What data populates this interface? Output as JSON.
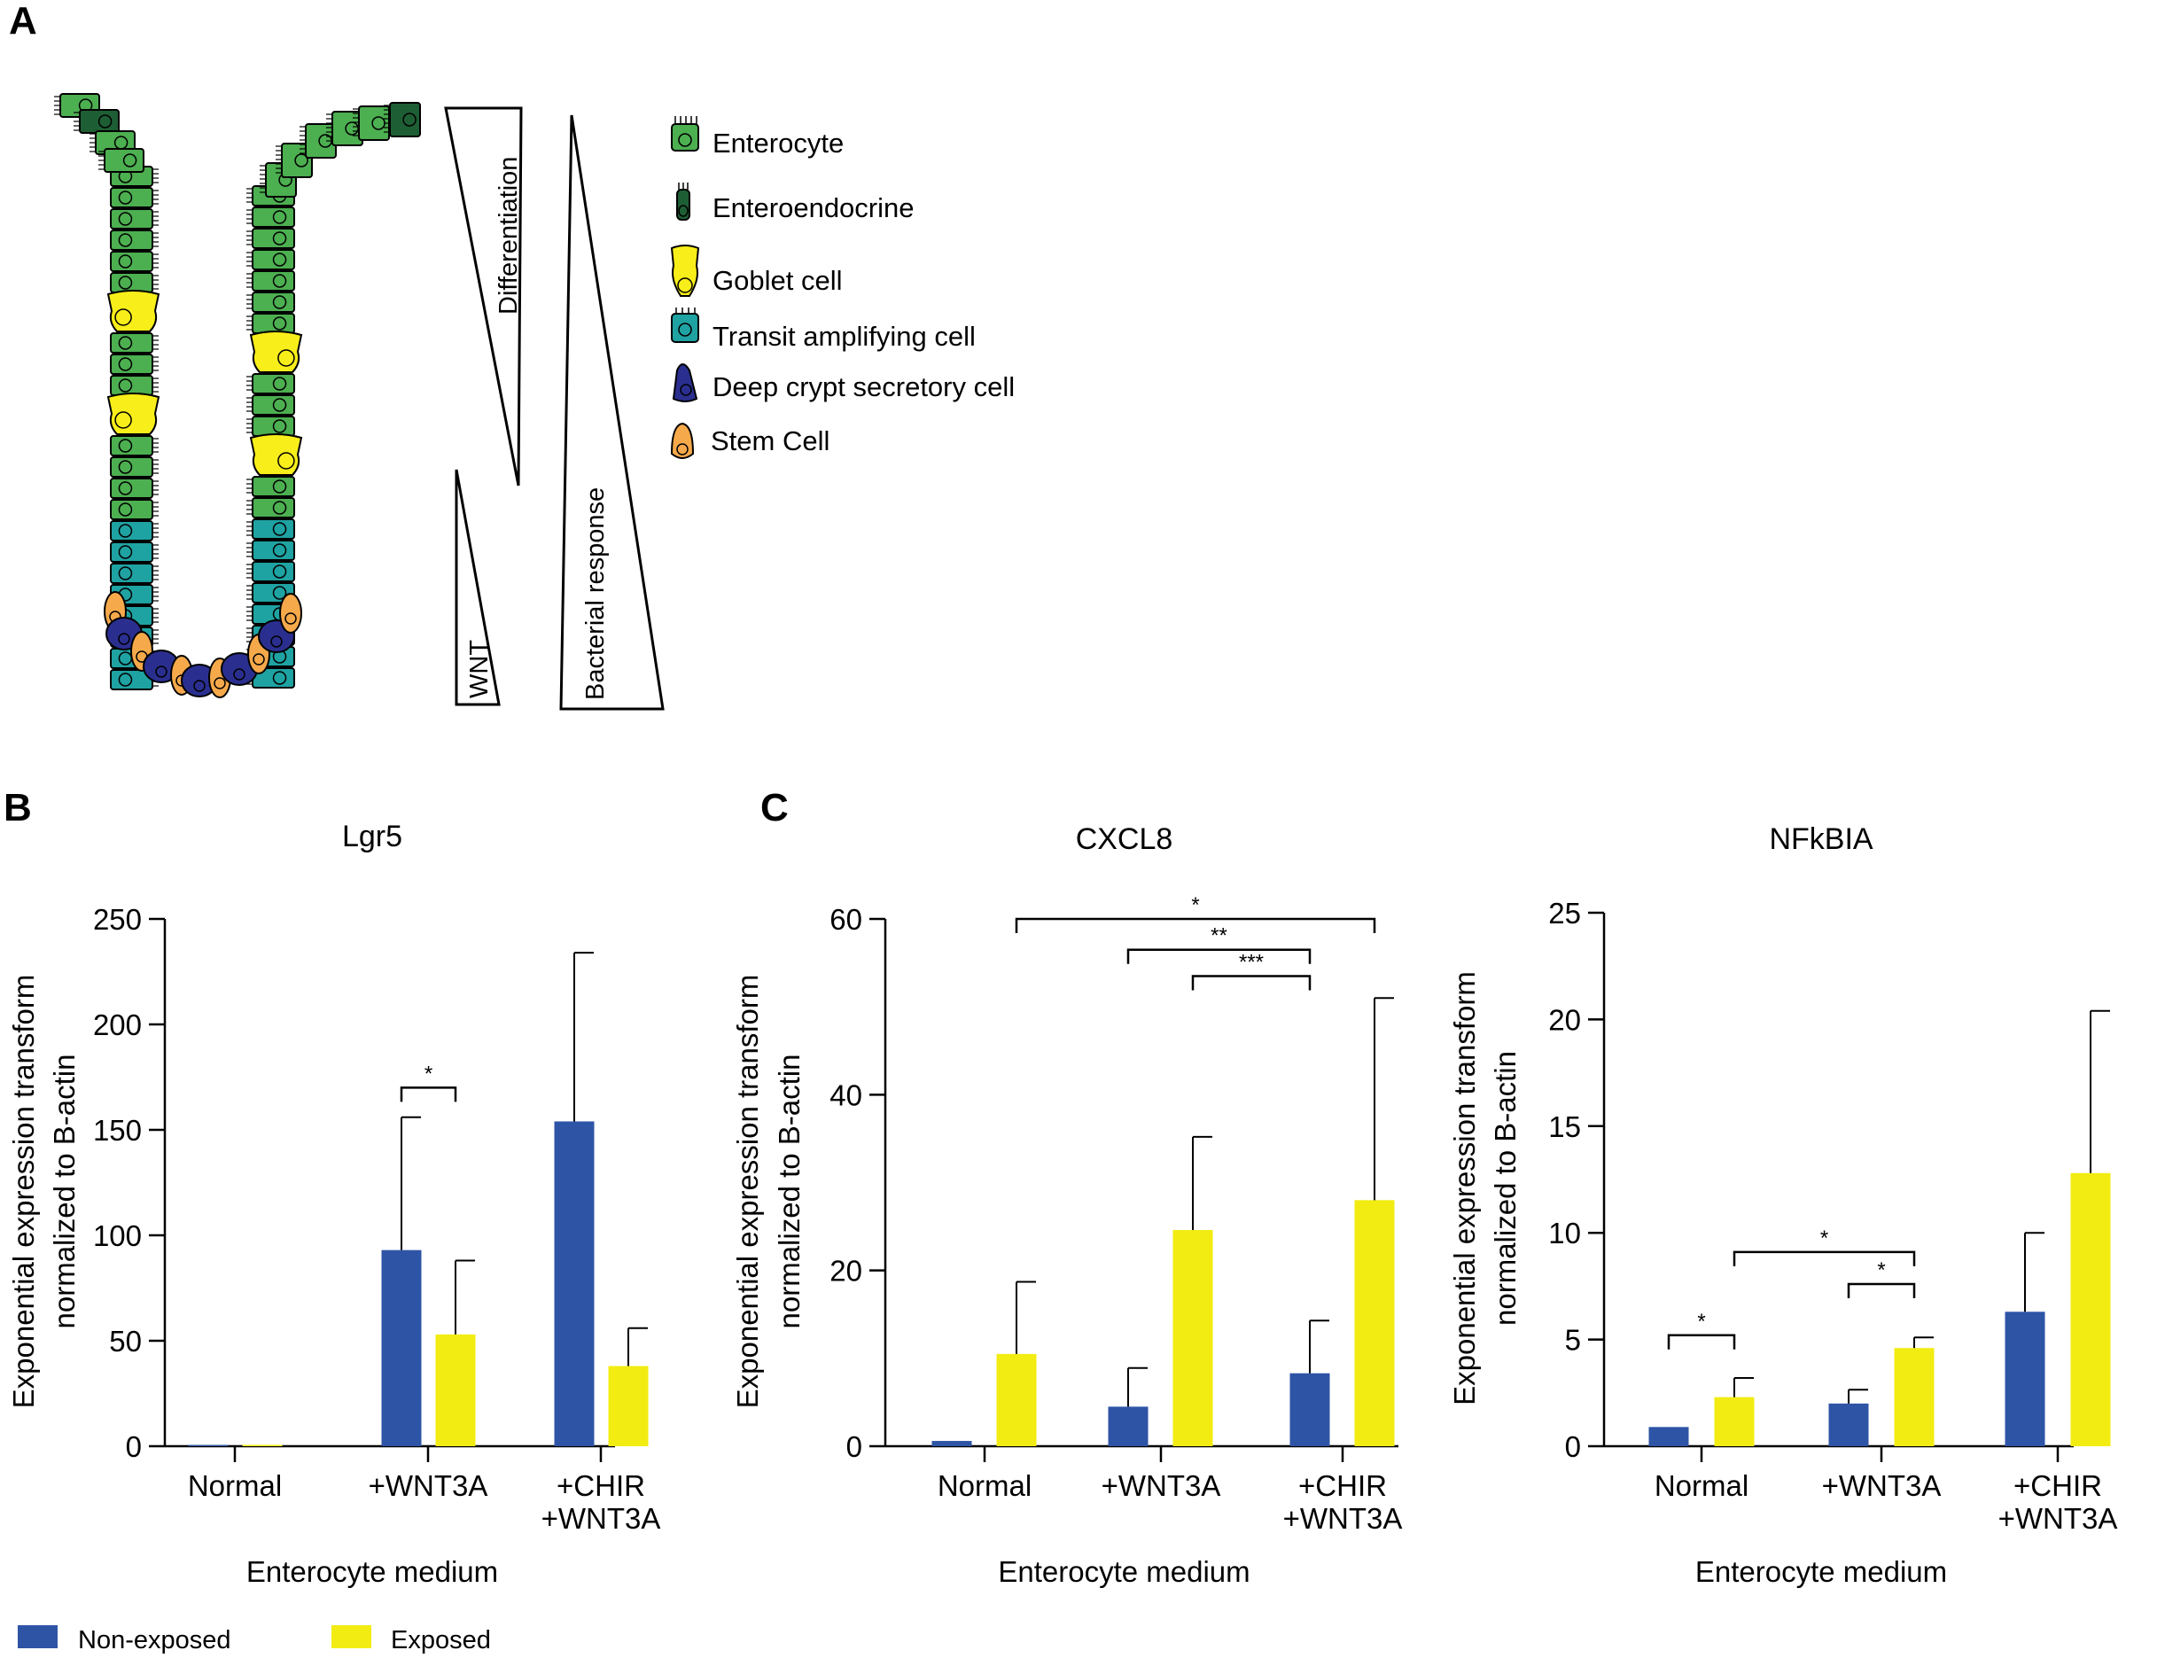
{
  "panel_letters": {
    "a": "A",
    "b": "B",
    "c": "C"
  },
  "colors": {
    "non_exposed": "#2e54a6",
    "exposed": "#f2ec12",
    "enterocyte": "#4caf50",
    "enteroendocrine": "#1e5e34",
    "goblet": "#f8ee1a",
    "transit": "#1fa2a2",
    "deep_crypt": "#2a2f8f",
    "stem": "#f6a94b"
  },
  "cell_legend": [
    {
      "label": "Enterocyte",
      "icon": "enterocyte-icon",
      "color": "#4caf50"
    },
    {
      "label": "Enteroendocrine",
      "icon": "enteroendocrine-icon",
      "color": "#1e5e34"
    },
    {
      "label": "Goblet cell",
      "icon": "goblet-cell-icon",
      "color": "#f8ee1a"
    },
    {
      "label": "Transit amplifying cell",
      "icon": "transit-amplifying-icon",
      "color": "#1fa2a2"
    },
    {
      "label": "Deep crypt secretory cell",
      "icon": "deep-crypt-icon",
      "color": "#2a2f8f"
    },
    {
      "label": "Stem Cell",
      "icon": "stem-cell-icon",
      "color": "#f6a94b"
    }
  ],
  "gradients": {
    "differentiation": "Differentiation",
    "wnt": "WNT",
    "bacterial": "Bacterial response"
  },
  "chart_data": [
    {
      "type": "bar",
      "title": "Lgr5",
      "ylabel": [
        "Exponential expression transform",
        "normalized to B-actin"
      ],
      "xlabel": "Enterocyte medium",
      "categories": [
        [
          "Normal"
        ],
        [
          "+WNT3A"
        ],
        [
          "+CHIR",
          "+WNT3A"
        ]
      ],
      "yticks": [
        0,
        50,
        100,
        150,
        200,
        250
      ],
      "ylim": [
        0,
        250
      ],
      "series": [
        {
          "name": "Non-exposed",
          "color": "#2e54a6",
          "values": [
            0.3,
            93,
            154
          ],
          "errors": [
            0,
            63,
            80
          ]
        },
        {
          "name": "Exposed",
          "color": "#f2ec12",
          "values": [
            0.3,
            53,
            38
          ],
          "errors": [
            0,
            35,
            18
          ]
        }
      ],
      "significance": [
        {
          "from": [
            1,
            0
          ],
          "to": [
            1,
            1
          ],
          "label": "*",
          "y": 170
        }
      ]
    },
    {
      "type": "bar",
      "title": "CXCL8",
      "ylabel": [
        "Exponential expression transform",
        "normalized to B-actin"
      ],
      "xlabel": "Enterocyte medium",
      "categories": [
        [
          "Normal"
        ],
        [
          "+WNT3A"
        ],
        [
          "+CHIR",
          "+WNT3A"
        ]
      ],
      "yticks": [
        0,
        20,
        40,
        60
      ],
      "ylim": [
        0,
        60
      ],
      "series": [
        {
          "name": "Non-exposed",
          "color": "#2e54a6",
          "values": [
            0.6,
            4.5,
            8.3
          ],
          "errors": [
            0,
            4.4,
            6
          ]
        },
        {
          "name": "Exposed",
          "color": "#f2ec12",
          "values": [
            10.5,
            24.6,
            28
          ],
          "errors": [
            8.2,
            10.6,
            23
          ]
        }
      ],
      "significance": [
        {
          "from": [
            0,
            1
          ],
          "to": [
            2,
            1
          ],
          "label": "*",
          "y": 60
        },
        {
          "from": [
            1,
            0
          ],
          "to": [
            2,
            0
          ],
          "label": "**",
          "y": 56.5
        },
        {
          "from": [
            1,
            1
          ],
          "to": [
            2,
            0
          ],
          "label": "***",
          "y": 53.5
        }
      ]
    },
    {
      "type": "bar",
      "title": "NFkBIA",
      "ylabel": [
        "Exponential expression transform",
        "normalized to B-actin"
      ],
      "xlabel": "Enterocyte medium",
      "categories": [
        [
          "Normal"
        ],
        [
          "+WNT3A"
        ],
        [
          "+CHIR",
          "+WNT3A"
        ]
      ],
      "yticks": [
        0,
        5,
        10,
        15,
        20,
        25
      ],
      "ylim": [
        0,
        25
      ],
      "series": [
        {
          "name": "Non-exposed",
          "color": "#2e54a6",
          "values": [
            0.9,
            2.0,
            6.3
          ],
          "errors": [
            0,
            0.65,
            3.7
          ]
        },
        {
          "name": "Exposed",
          "color": "#f2ec12",
          "values": [
            2.3,
            4.6,
            12.8
          ],
          "errors": [
            0.9,
            0.5,
            7.6
          ]
        }
      ],
      "significance": [
        {
          "from": [
            0,
            0
          ],
          "to": [
            0,
            1
          ],
          "label": "*",
          "y": 5.2
        },
        {
          "from": [
            0,
            1
          ],
          "to": [
            1,
            1
          ],
          "label": "*",
          "y": 9.1
        },
        {
          "from": [
            1,
            0
          ],
          "to": [
            1,
            1
          ],
          "label": "*",
          "y": 7.6
        }
      ]
    }
  ],
  "legend": [
    {
      "label": "Non-exposed",
      "color": "#2e54a6"
    },
    {
      "label": "Exposed",
      "color": "#f2ec12"
    }
  ]
}
